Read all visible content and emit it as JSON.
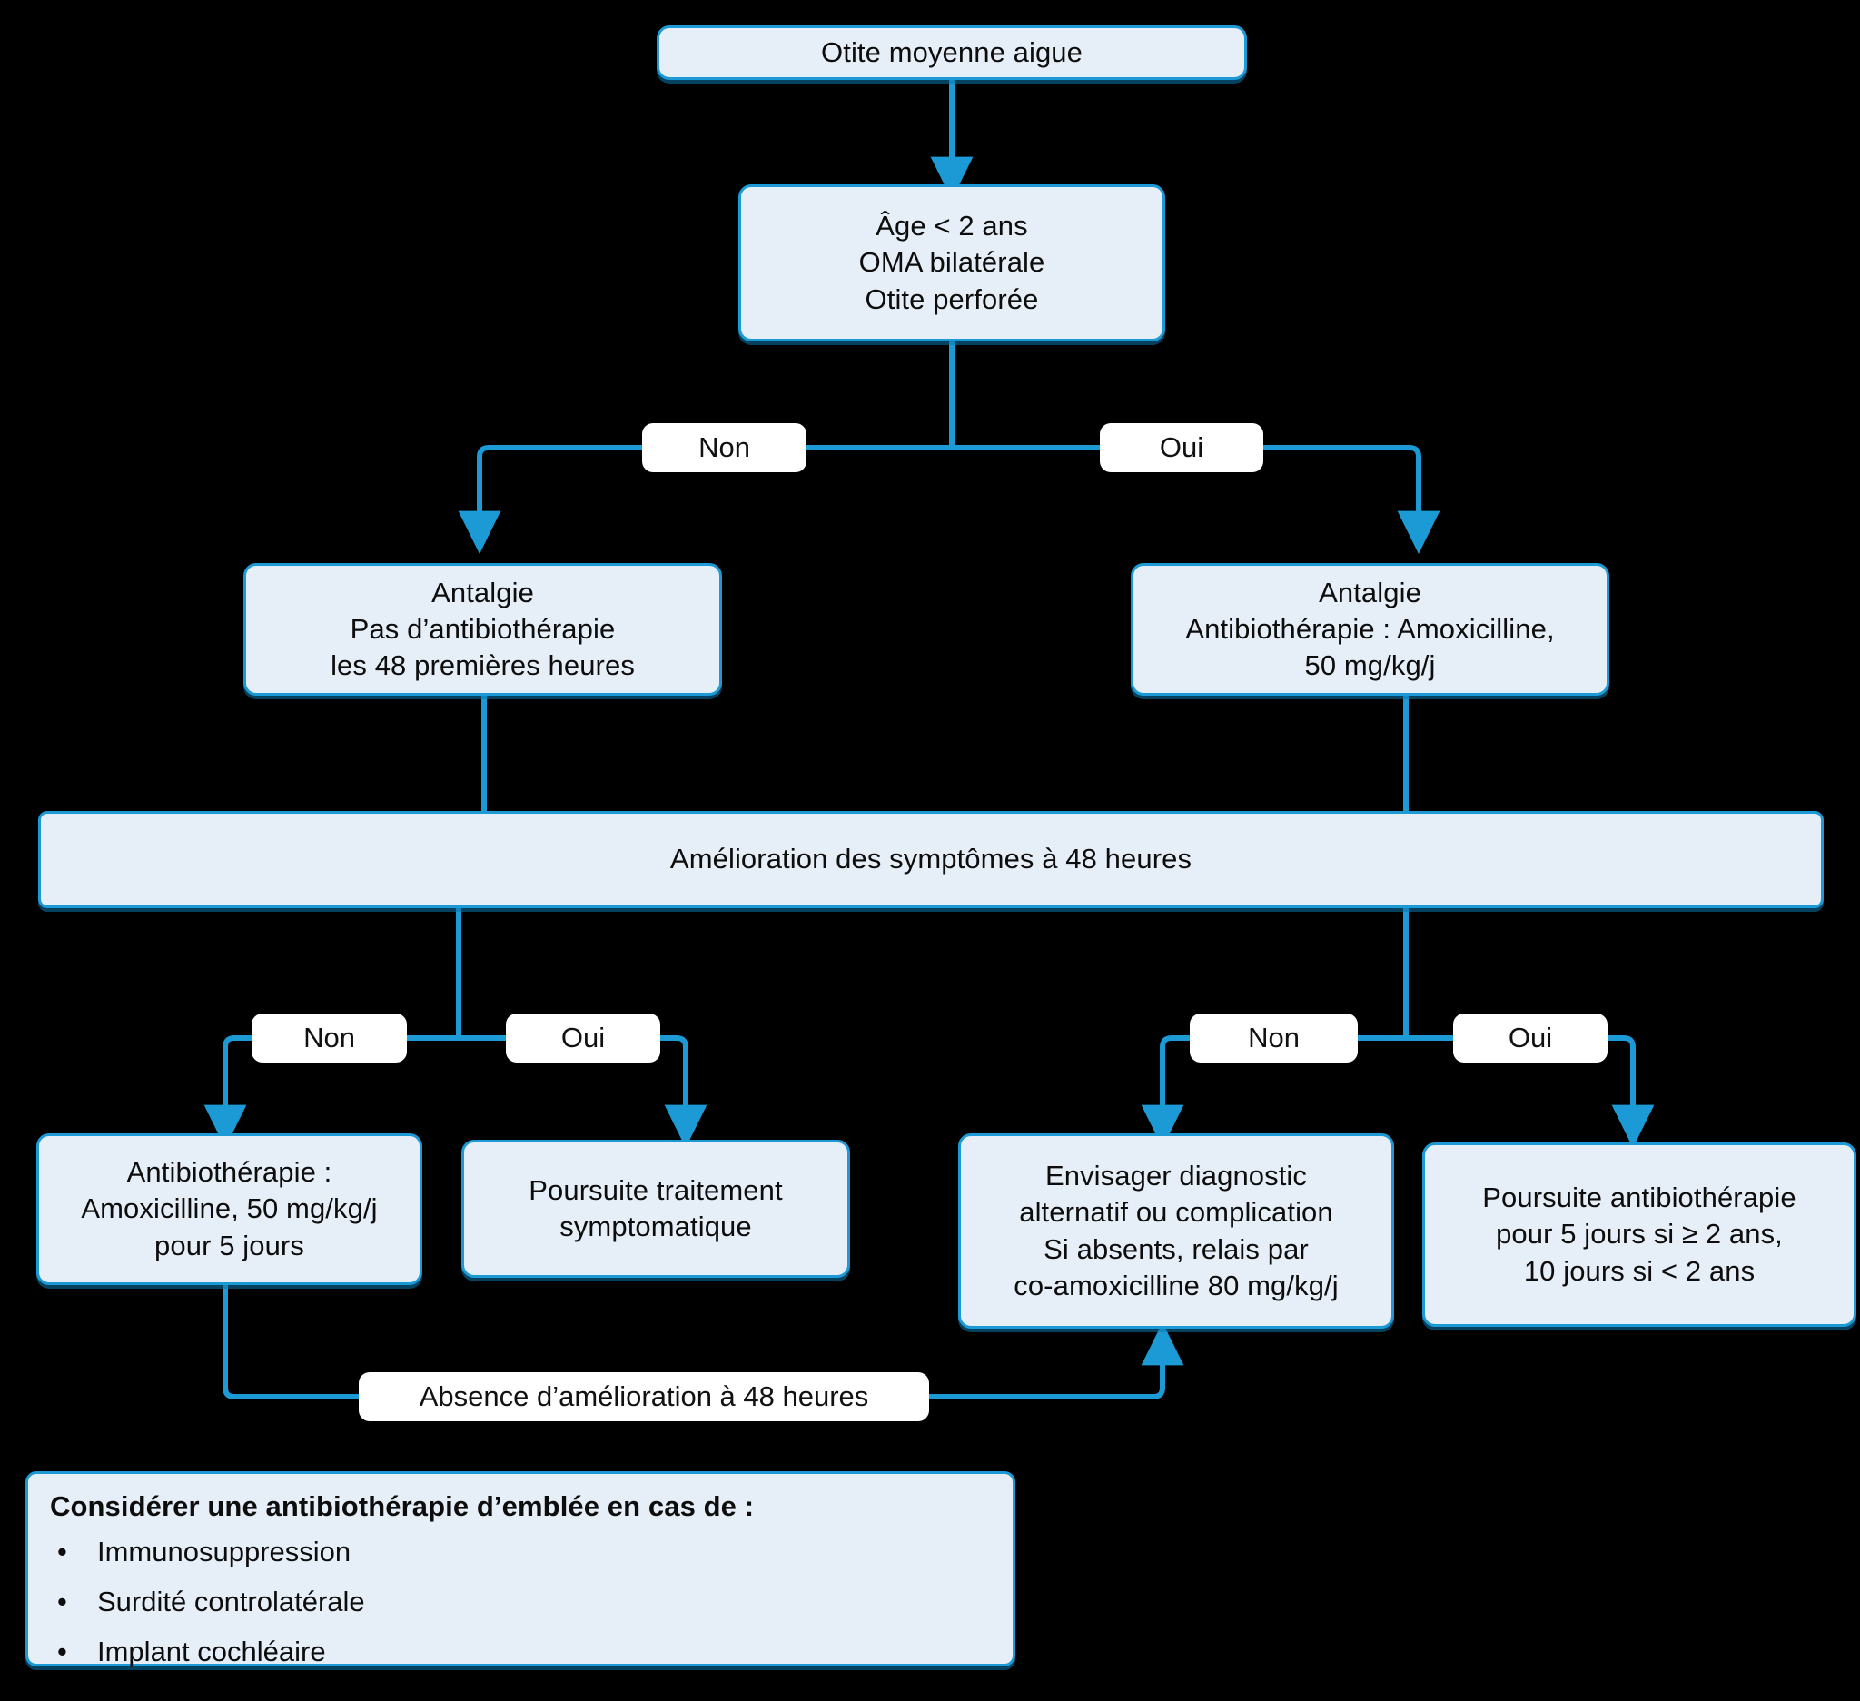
{
  "diagram": {
    "title": "Otite moyenne aigue - arbre decisionnel",
    "colors": {
      "box_fill": "#e6eef7",
      "box_border": "#1c9ad6",
      "connector": "#1c9ad6",
      "label_fill": "#ffffff",
      "text": "#0d0d0d",
      "background": "#000000"
    },
    "nodes": {
      "root": {
        "lines": [
          "Otite moyenne aigue"
        ]
      },
      "criteria": {
        "lines": [
          "Âge < 2 ans",
          "OMA bilatérale",
          "Otite perforée"
        ]
      },
      "left_treatment": {
        "lines": [
          "Antalgie",
          "Pas d’antibiothérapie",
          "les 48 premières heures"
        ]
      },
      "right_treatment": {
        "lines": [
          "Antalgie",
          "Antibiothérapie : Amoxicilline,",
          "50 mg/kg/j"
        ]
      },
      "improvement_bar": {
        "lines": [
          "Amélioration des symptômes à 48 heures"
        ]
      },
      "left_no_outcome": {
        "lines": [
          "Antibiothérapie :",
          "Amoxicilline, 50 mg/kg/j",
          "pour 5 jours"
        ]
      },
      "left_yes_outcome": {
        "lines": [
          "Poursuite traitement",
          "symptomatique"
        ]
      },
      "right_no_outcome": {
        "lines": [
          "Envisager diagnostic",
          "alternatif ou complication",
          "Si absents, relais par",
          "co-amoxicilline 80 mg/kg/j"
        ]
      },
      "right_yes_outcome": {
        "lines": [
          "Poursuite antibiothérapie",
          "pour 5 jours si ≥ 2 ans,",
          "10 jours si < 2 ans"
        ]
      }
    },
    "edge_labels": {
      "criteria_no": "Non",
      "criteria_yes": "Oui",
      "left_no": "Non",
      "left_yes": "Oui",
      "right_no": "Non",
      "right_yes": "Oui",
      "relapse": "Absence d’amélioration à 48 heures"
    },
    "legend": {
      "title": "Considérer une antibiothérapie d’emblée en cas de :",
      "bullet_glyph": "•",
      "items": [
        "Immunosuppression",
        "Surdité controlatérale",
        "Implant cochléaire"
      ]
    }
  }
}
